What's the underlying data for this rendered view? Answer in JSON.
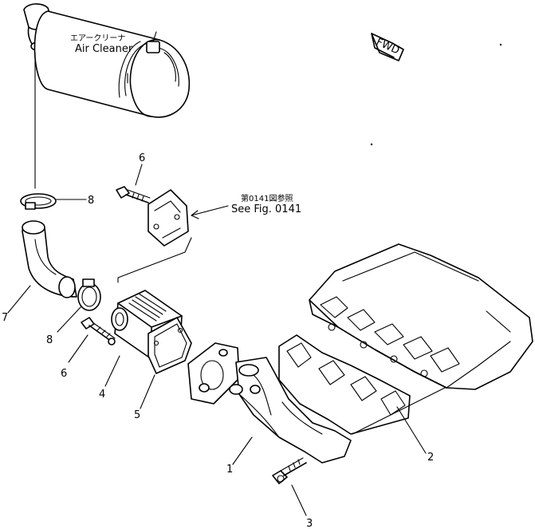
{
  "air_cleaner": {
    "label_jp": "エアークリーナ",
    "label_en": "Air Cleaner"
  },
  "fwd": "FWD",
  "reference": {
    "label_jp": "第0141図参照",
    "label_en": "See Fig. 0141"
  },
  "parts": [
    {
      "number": "1"
    },
    {
      "number": "2"
    },
    {
      "number": "3"
    },
    {
      "number": "4"
    },
    {
      "number": "5"
    },
    {
      "number": "6"
    },
    {
      "number": "6"
    },
    {
      "number": "7"
    },
    {
      "number": "8"
    },
    {
      "number": "8"
    }
  ]
}
